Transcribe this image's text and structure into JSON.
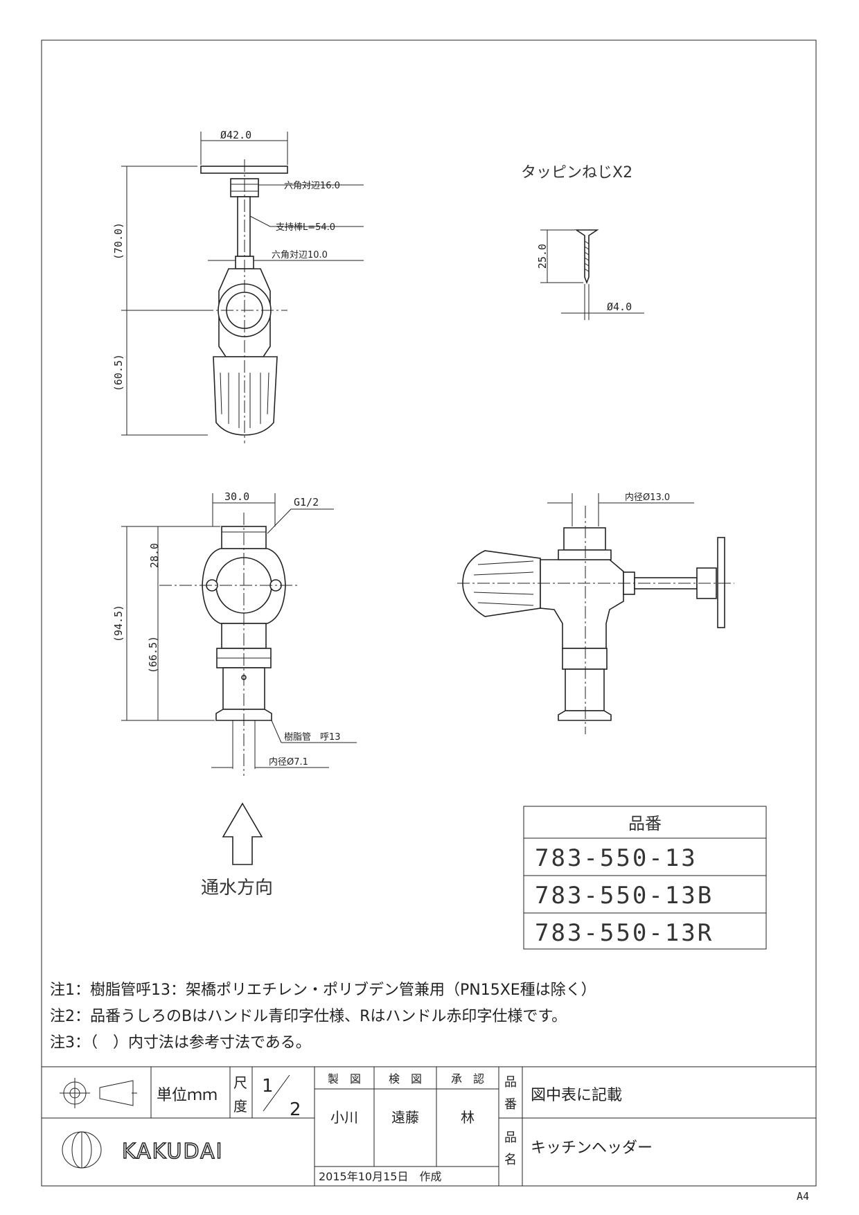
{
  "screw_view": {
    "title": "タッピンねじX2",
    "length": "25.0",
    "diameter": "Ø4.0"
  },
  "top_view": {
    "flange_dia": "Ø42.0",
    "hex1": "六角対辺16.0",
    "support_rod": "支持棒L=54.0",
    "hex2": "六角対辺10.0",
    "upper_height": "(70.0)",
    "lower_height": "(60.5)"
  },
  "front_view": {
    "width": "30.0",
    "thread": "G1/2",
    "top_len": "28.0",
    "total": "(94.5)",
    "lower": "(66.5)",
    "pipe": "樹脂管　呼13",
    "inner_dia": "内径Ø7.1"
  },
  "side_view": {
    "inner_dia": "内径Ø13.0"
  },
  "flow": {
    "label": "通水方向"
  },
  "part_table": {
    "header": "品番",
    "rows": [
      "783-550-13",
      "783-550-13B",
      "783-550-13R"
    ]
  },
  "notes": [
    "注1：樹脂管呼13：架橋ポリエチレン・ポリブデン管兼用（PN15XE種は除く）",
    "注2：品番うしろのBはハンドル青印字仕様、Rはハンドル赤印字仕様です。",
    "注3：（　）内寸法は参考寸法である。"
  ],
  "title_block": {
    "unit": "単位ｍｍ",
    "scale_label_1": "尺",
    "scale_label_2": "度",
    "scale_num": "1",
    "scale_den": "2",
    "h_drawn": "製　図",
    "h_checked": "検　図",
    "h_approved": "承　認",
    "drawn": "小川",
    "checked": "遠藤",
    "approved": "林",
    "date": "2015年10月15日　作成",
    "part_no_label_1": "品",
    "part_no_label_2": "番",
    "part_no": "図中表に記載",
    "name_label_1": "品",
    "name_label_2": "名",
    "name": "キッチンヘッダー",
    "brand": "KAKUDAI"
  },
  "paper_size": "A4"
}
